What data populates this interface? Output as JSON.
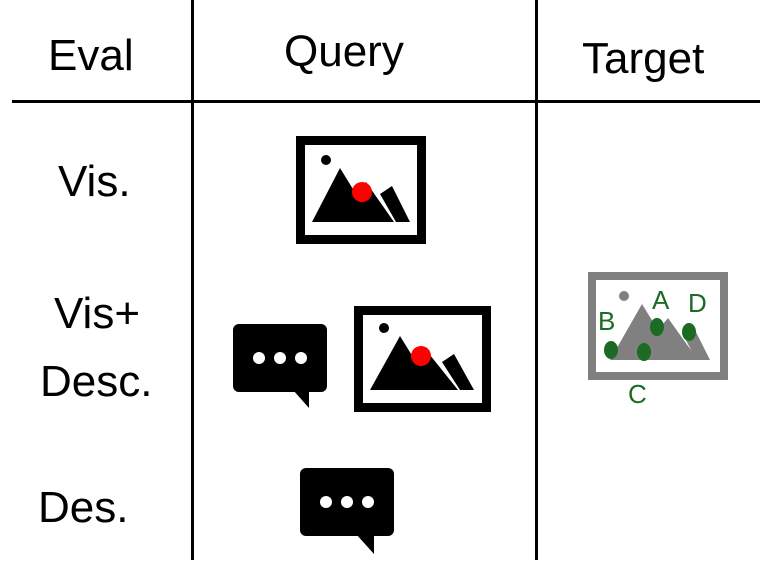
{
  "headers": {
    "eval": "Eval",
    "query": "Query",
    "target": "Target"
  },
  "rows": [
    {
      "label_lines": [
        "Vis."
      ],
      "query_icons": [
        "image-icon"
      ]
    },
    {
      "label_lines": [
        "Vis+",
        "Desc."
      ],
      "query_icons": [
        "speech-bubble-icon",
        "image-icon"
      ]
    },
    {
      "label_lines": [
        "Des."
      ],
      "query_icons": [
        "speech-bubble-icon"
      ]
    }
  ],
  "target": {
    "icon": "target-image-icon",
    "point_labels": [
      "A",
      "B",
      "C",
      "D"
    ]
  },
  "colors": {
    "line": "#000000",
    "query_point": "#ff0000",
    "target_frame": "#808080",
    "target_point": "#1b6b25"
  }
}
